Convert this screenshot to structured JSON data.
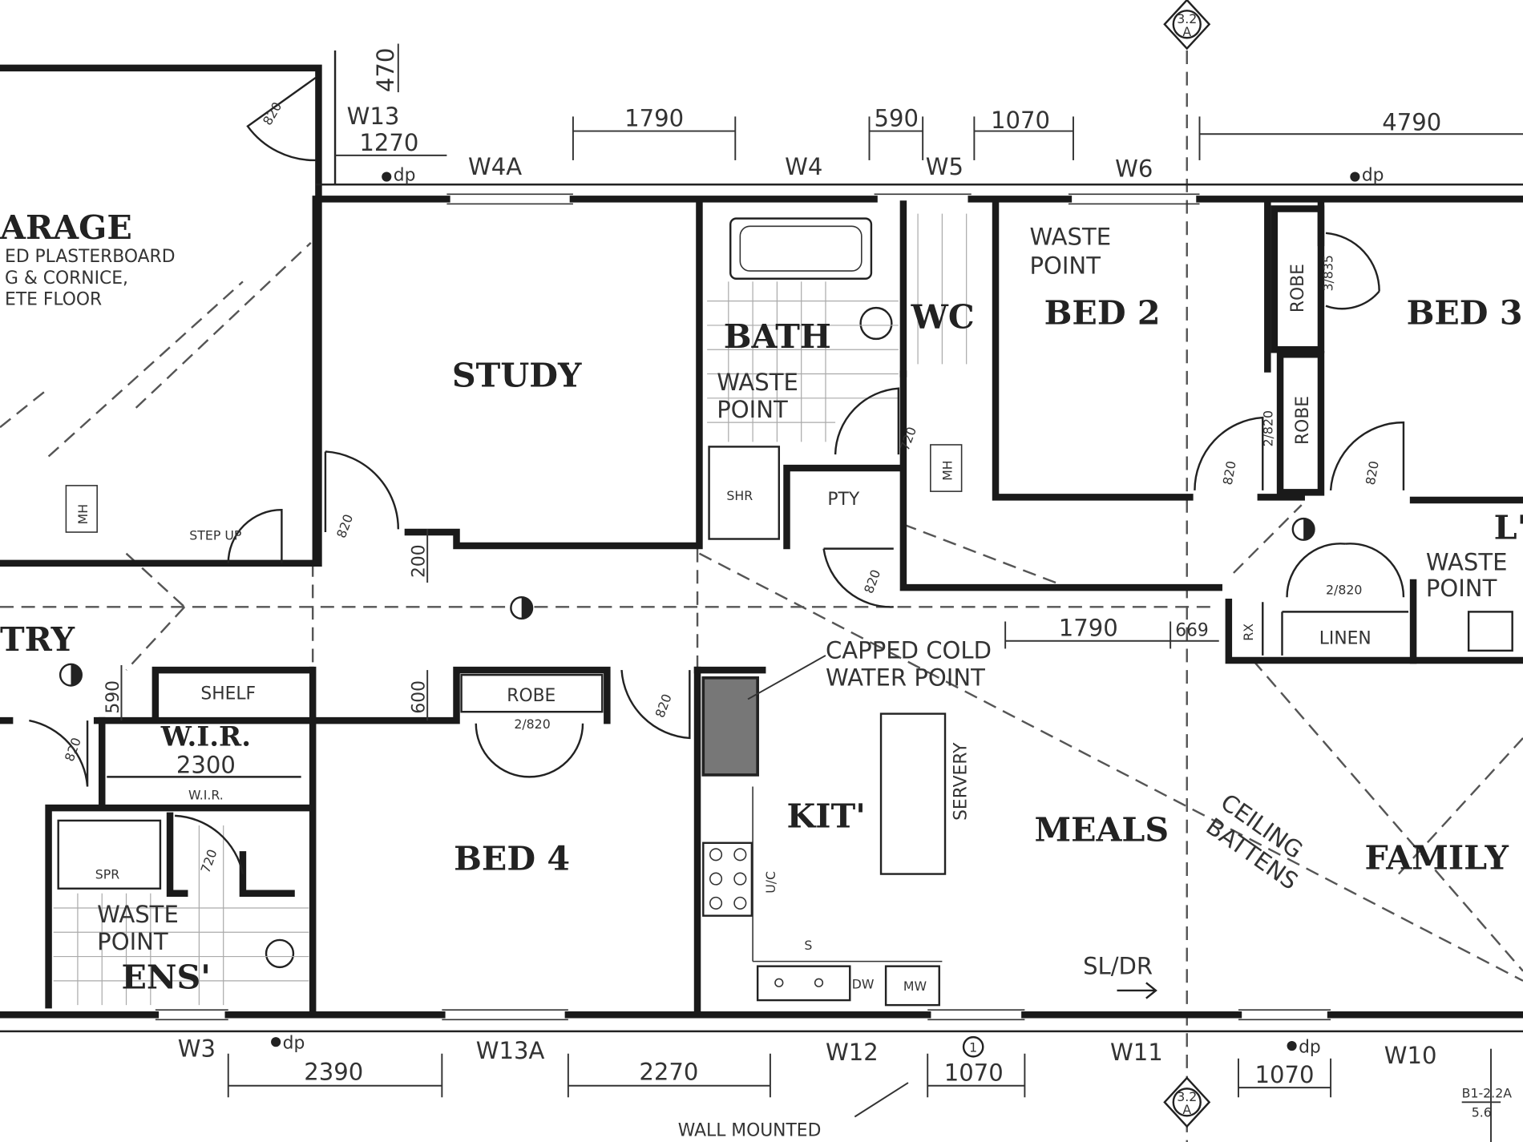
{
  "rooms": {
    "garage": {
      "title": "ARAGE",
      "notes": [
        "ED PLASTERBOARD",
        "G & CORNICE,",
        "ETE FLOOR"
      ]
    },
    "study": "STUDY",
    "bath": "BATH",
    "bath_waste": [
      "WASTE",
      "POINT"
    ],
    "wc": "WC",
    "bed2_waste": [
      "WASTE",
      "POINT"
    ],
    "bed2": "BED 2",
    "bed3": "BED 3",
    "robe_bed3": "ROBE",
    "robe_bed3_door": "3/835",
    "robe_hall": "ROBE",
    "robe_hall_door": "2/820",
    "pty": "PTY",
    "mh_hall": "MH",
    "mh_garage": "MH",
    "step_up": "STEP UP",
    "entry": "TRY",
    "shelf": "SHELF",
    "wir": {
      "title": "W.I.R.",
      "size": "2300",
      "sub": "W.I.R."
    },
    "robe_bed4": "ROBE",
    "robe_bed4_door": "2/820",
    "bed4": "BED 4",
    "ens": "ENS'",
    "ens_waste": [
      "WASTE",
      "POINT"
    ],
    "spr": "SPR",
    "shr": "SHR",
    "kit": "KIT'",
    "meals": "MEALS",
    "family": "FAMILY",
    "servery": "SERVERY",
    "uc": "U/C",
    "sink": "S",
    "dw": "DW",
    "mw": "MW",
    "capped": [
      "CAPPED COLD",
      "WATER POINT"
    ],
    "ceiling": [
      "CEILING",
      "BATTENS"
    ],
    "linen": "LINEN",
    "rx": "RX",
    "laundry": "L'",
    "laundry_waste": [
      "WASTE",
      "POINT"
    ],
    "sl_dr": "SL/DR",
    "wall_mounted": "WALL MOUNTED"
  },
  "windows": {
    "w13": "W13",
    "w4a": "W4A",
    "w4": "W4",
    "w5": "W5",
    "w6": "W6",
    "w3": "W3",
    "w13a": "W13A",
    "w12": "W12",
    "w11": "W11",
    "w10": "W10"
  },
  "downpipe": "dp",
  "dims_top": {
    "d470": "470",
    "d1270": "1270",
    "d1790": "1790",
    "d590": "590",
    "d1070": "1070",
    "d4790": "4790"
  },
  "dims_bottom": {
    "d2390": "2390",
    "d2270": "2270",
    "d1070a": "1070",
    "d1070b": "1070"
  },
  "dims_inner": {
    "d200": "200",
    "d600": "600",
    "d590": "590",
    "d1790": "1790",
    "d669": "669"
  },
  "doors": {
    "garage": "820",
    "study": "820",
    "bed4": "820",
    "pty": "820",
    "wc": "720",
    "hall1": "820",
    "hall2": "820",
    "linen": "2/820",
    "entry": "820",
    "ens": "720"
  },
  "section": {
    "top": "3.2\nA",
    "label_a": "3.2",
    "label_b": "A",
    "ref": "B1-2.2A",
    "ref_sub": "5.6",
    "marker": "1"
  }
}
